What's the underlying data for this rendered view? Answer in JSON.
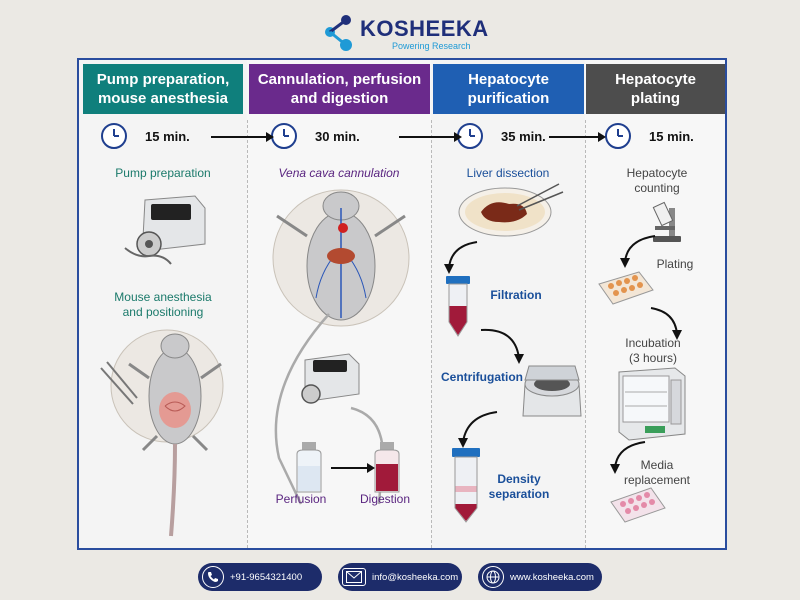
{
  "brand": {
    "name": "KOSHEEKA",
    "tagline": "Powering Research",
    "logo_color": "#1f2f7a",
    "accent": "#1f9ad6"
  },
  "steps": [
    {
      "header": "Pump preparation,\nmouse anesthesia",
      "header_color": "#0f7f7c",
      "time": "15 min."
    },
    {
      "header": "Cannulation, perfusion\nand digestion",
      "header_color": "#6a2a8c",
      "time": "30 min."
    },
    {
      "header": "Hepatocyte\npurification",
      "header_color": "#1f5fb3",
      "time": "35 min."
    },
    {
      "header": "Hepatocyte\nplating",
      "header_color": "#4d4d4d",
      "time": "15 min."
    }
  ],
  "labels": {
    "pump_preparation": "Pump preparation",
    "mouse_anesthesia": "Mouse anesthesia\nand positioning",
    "vena_cava": "Vena cava cannulation",
    "perfusion": "Perfusion",
    "digestion": "Digestion",
    "liver_dissection": "Liver dissection",
    "filtration": "Filtration",
    "centrifugation": "Centrifugation",
    "density_separation": "Density\nseparation",
    "hepatocyte_counting": "Hepatocyte\ncounting",
    "plating": "Plating",
    "incubation": "Incubation\n(3 hours)",
    "media_replacement": "Media\nreplacement"
  },
  "contact": {
    "phone": "+91-9654321400",
    "email": "info@kosheeka.com",
    "website": "www.kosheeka.com"
  },
  "icons": [
    "clock-icon",
    "phone-icon",
    "email-icon",
    "globe-icon"
  ]
}
